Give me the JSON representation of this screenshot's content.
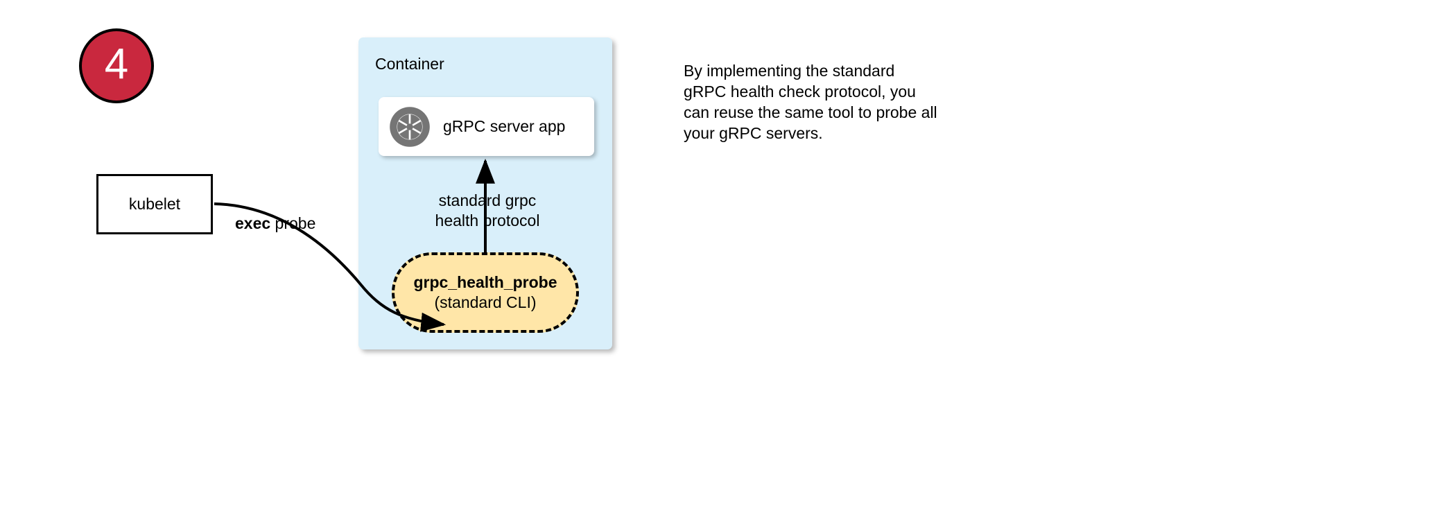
{
  "step": {
    "number": "4",
    "circle_color": "#C9283E",
    "border_color": "#000000",
    "text_color": "#FFFFFF"
  },
  "container": {
    "title": "Container",
    "fill_color": "#D9EFFA"
  },
  "server_app": {
    "label": "gRPC server app",
    "icon": "aperture-icon",
    "icon_color": "#757575",
    "fill_color": "#FFFFFF"
  },
  "kubelet": {
    "label": "kubelet",
    "fill_color": "#FFFFFF",
    "border_color": "#000000"
  },
  "exec_probe_edge": {
    "label_bold": "exec",
    "label_rest": " probe"
  },
  "protocol_edge": {
    "line1": "standard grpc",
    "line2": "health protocol"
  },
  "health_probe": {
    "name": "grpc_health_probe",
    "subtitle": "(standard CLI)",
    "fill_color": "#FFE6A8",
    "border_color": "#000000",
    "border_style": "dashed"
  },
  "caption": {
    "lines": [
      "By implementing the standard",
      "gRPC health check protocol, you",
      "can reuse the same tool to probe all",
      "your gRPC servers."
    ]
  }
}
